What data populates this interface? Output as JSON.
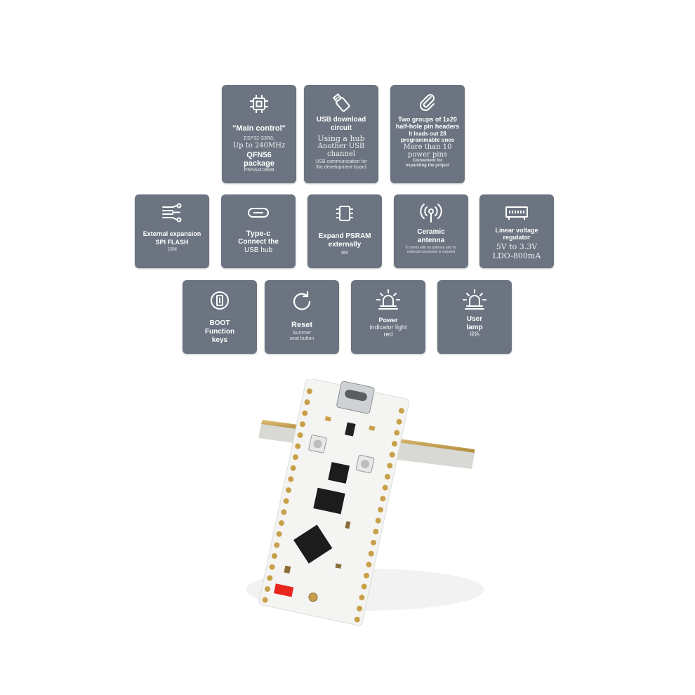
{
  "tiles": {
    "main_control": {
      "title": "\"Main control\"",
      "line1": "ESP32-S3R8,",
      "line2": "Up to 240MHz",
      "line3": "QFN56",
      "line4": "package",
      "line5": "PSRAM=8MB"
    },
    "usb_download": {
      "title1": "USB download",
      "title2": "circuit",
      "line1": "Using a hub",
      "line2": "Another USB",
      "line3": "channel",
      "line4": "USB communication for",
      "line5": "the development board"
    },
    "pin_headers": {
      "title1": "Two groups of 1x20",
      "title2": "half-hole pin headers",
      "line1": "It leads out 28",
      "line2": "programmable ones",
      "line3": "More than 10",
      "line4": "power pins",
      "line5": "Convenient for",
      "line6": "expanding the project"
    },
    "spi_flash": {
      "title1": "External expansion",
      "title2": "SPI FLASH",
      "line1": "16M"
    },
    "type_c": {
      "title": "Type-c",
      "line1": "Connect the",
      "line2": "USB hub"
    },
    "psram": {
      "title1": "Expand PSRAM",
      "title2": "externally",
      "line1": "8M"
    },
    "antenna": {
      "title1": "Ceramic",
      "title2": "antenna",
      "line1": "It comes with an antenna and no",
      "line2": "external connection is required"
    },
    "regulator": {
      "title1": "Linear voltage",
      "title2": "regulator",
      "line1": "5V to 3.3V",
      "line2": "LDO-800mA"
    },
    "boot": {
      "title1": "BOOT",
      "title2": "Function",
      "title3": "keys"
    },
    "reset": {
      "title": "Reset",
      "line1": "Summer",
      "line2": "seat button"
    },
    "power_light": {
      "title1": "Power",
      "title2": "indicator light",
      "title3": "red"
    },
    "user_lamp": {
      "title1": "User",
      "title2": "lamp",
      "line1": "绿色"
    }
  },
  "icons": {
    "main_control": "chip-icon",
    "usb_download": "usb-stick-icon",
    "pin_headers": "paperclip-icon",
    "spi_flash": "circuit-branch-icon",
    "type_c": "usb-c-port-icon",
    "psram": "memory-chip-icon",
    "antenna": "antenna-signal-icon",
    "regulator": "regulator-module-icon",
    "boot": "boot-button-icon",
    "reset": "reset-arrow-icon",
    "power_light": "indicator-light-icon",
    "user_lamp": "indicator-light-icon"
  },
  "colors": {
    "tile_bg": "#6b7480",
    "tile_text": "#ffffff",
    "pcb_white": "#f4f4f2",
    "gold_pad": "#c9a04a",
    "chip_black": "#1c1c1c",
    "led_red": "#e8261e"
  }
}
